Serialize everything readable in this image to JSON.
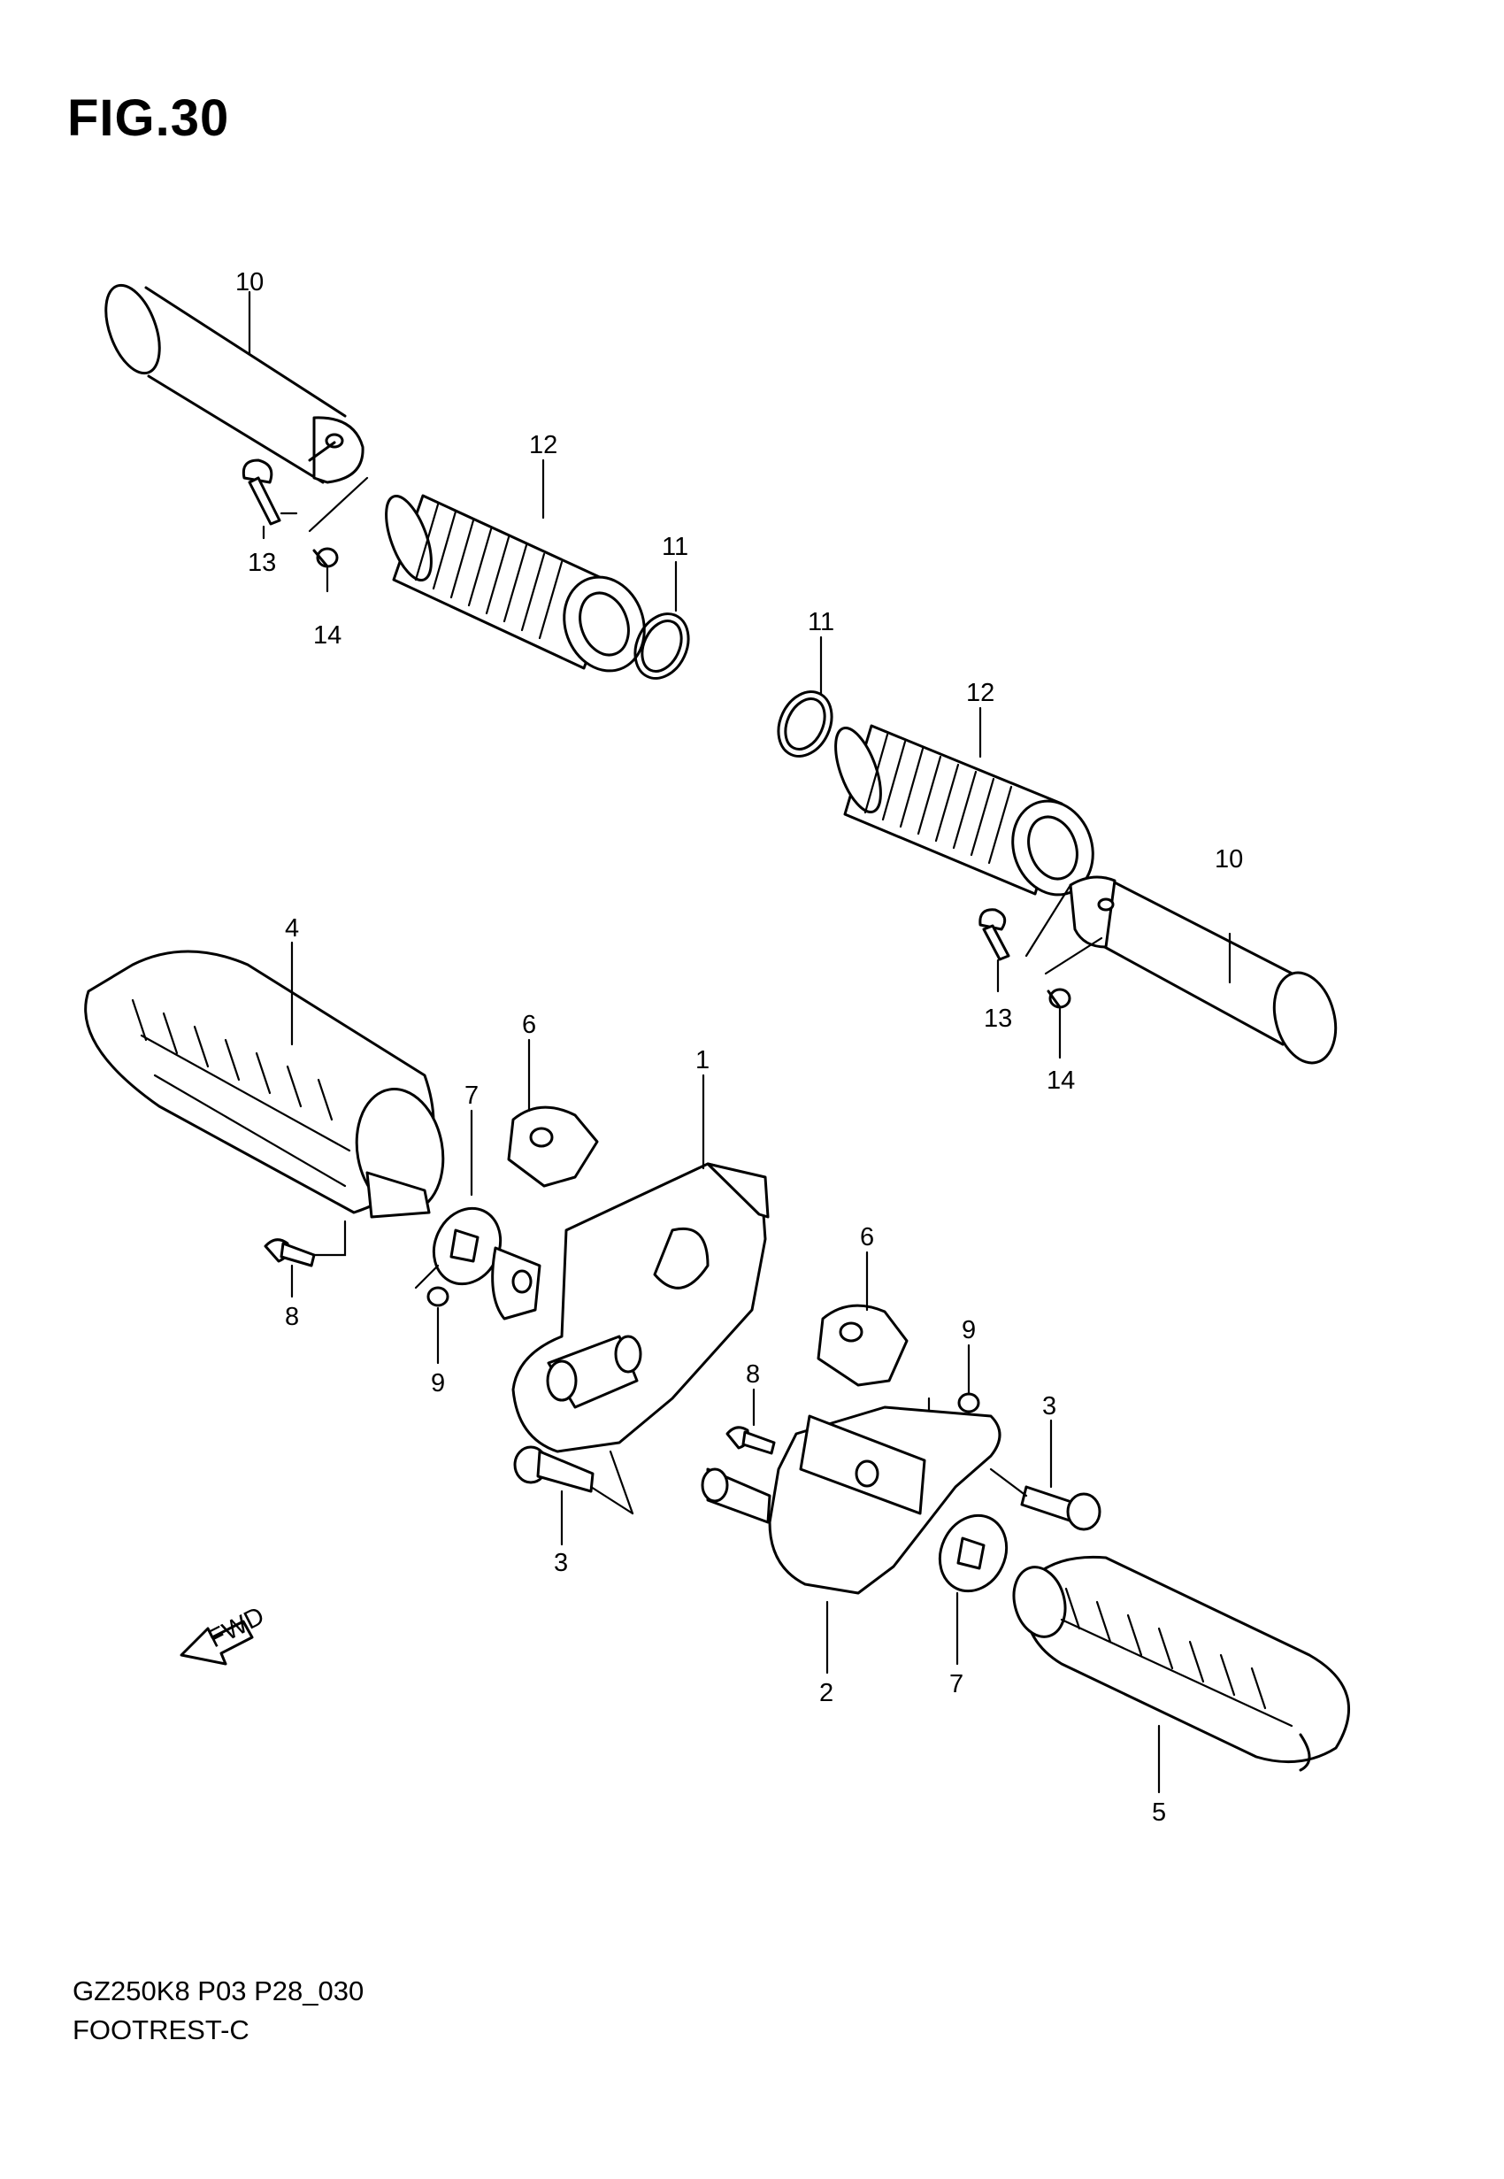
{
  "figure": {
    "title": "FIG.30",
    "model_code": "GZ250K8 P03 P28_030",
    "section_name": "FOOTREST-C",
    "fwd_label": "FWD"
  },
  "callouts": {
    "c10_left": "10",
    "c12_left": "12",
    "c11_left": "11",
    "c13_left": "13",
    "c14_left": "14",
    "c11_right": "11",
    "c12_right": "12",
    "c10_right": "10",
    "c13_right": "13",
    "c14_right": "14",
    "c4": "4",
    "c6_left": "6",
    "c7_left": "7",
    "c1": "1",
    "c8_left": "8",
    "c9_left": "9",
    "c3_left": "3",
    "c6_right": "6",
    "c9_right": "9",
    "c8_right": "8",
    "c3_right": "3",
    "c2": "2",
    "c7_right": "7",
    "c5": "5"
  }
}
